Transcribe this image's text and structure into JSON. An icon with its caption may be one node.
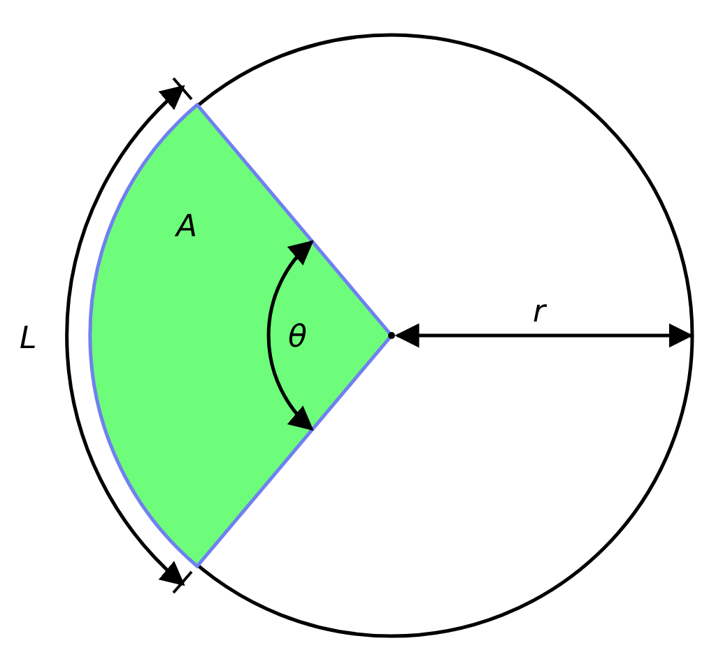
{
  "diagram": {
    "labels": [
      "A",
      "θ",
      "r",
      "L"
    ]
  }
}
